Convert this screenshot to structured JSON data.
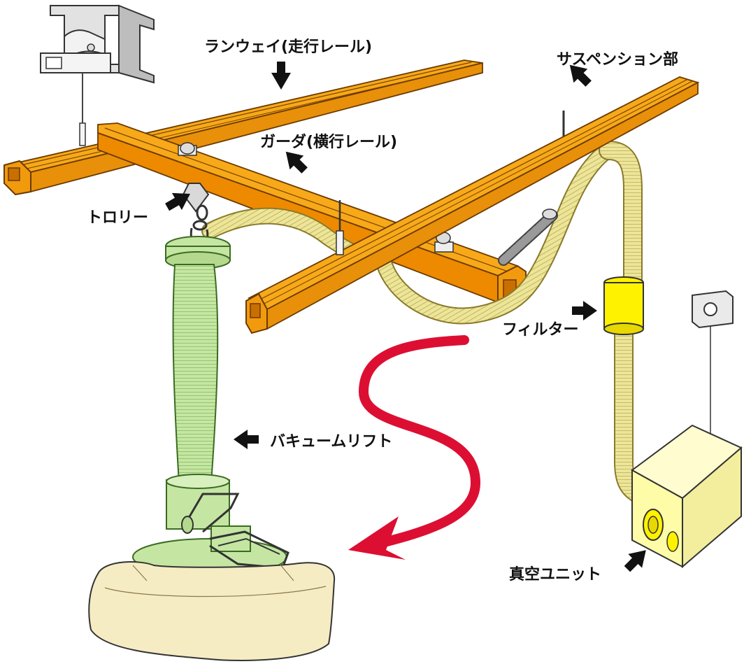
{
  "labels": {
    "runway": "ランウェイ(走行レール)",
    "suspension": "サスペンション部",
    "girder": "ガーダ(横行レール)",
    "trolley": "トロリー",
    "filter": "フィルター",
    "vacuum_lift": "バキュームリフト",
    "vacuum_unit": "真空ユニット"
  },
  "colors": {
    "rail_orange": "#f29a0e",
    "rail_dark": "#c96f00",
    "hose_yellow": "#ece59a",
    "lift_green": "#c5e6a3",
    "filter_yellow": "#fff200",
    "unit_yellow": "#fffca8",
    "load_tan": "#f6ecc4",
    "flow_arrow_red": "#dc0f33",
    "pointer_black": "#111111"
  },
  "icons": {
    "pointer": "black-arrow-icon",
    "flow": "curved-red-arrow-icon",
    "control": "control-box-icon"
  }
}
